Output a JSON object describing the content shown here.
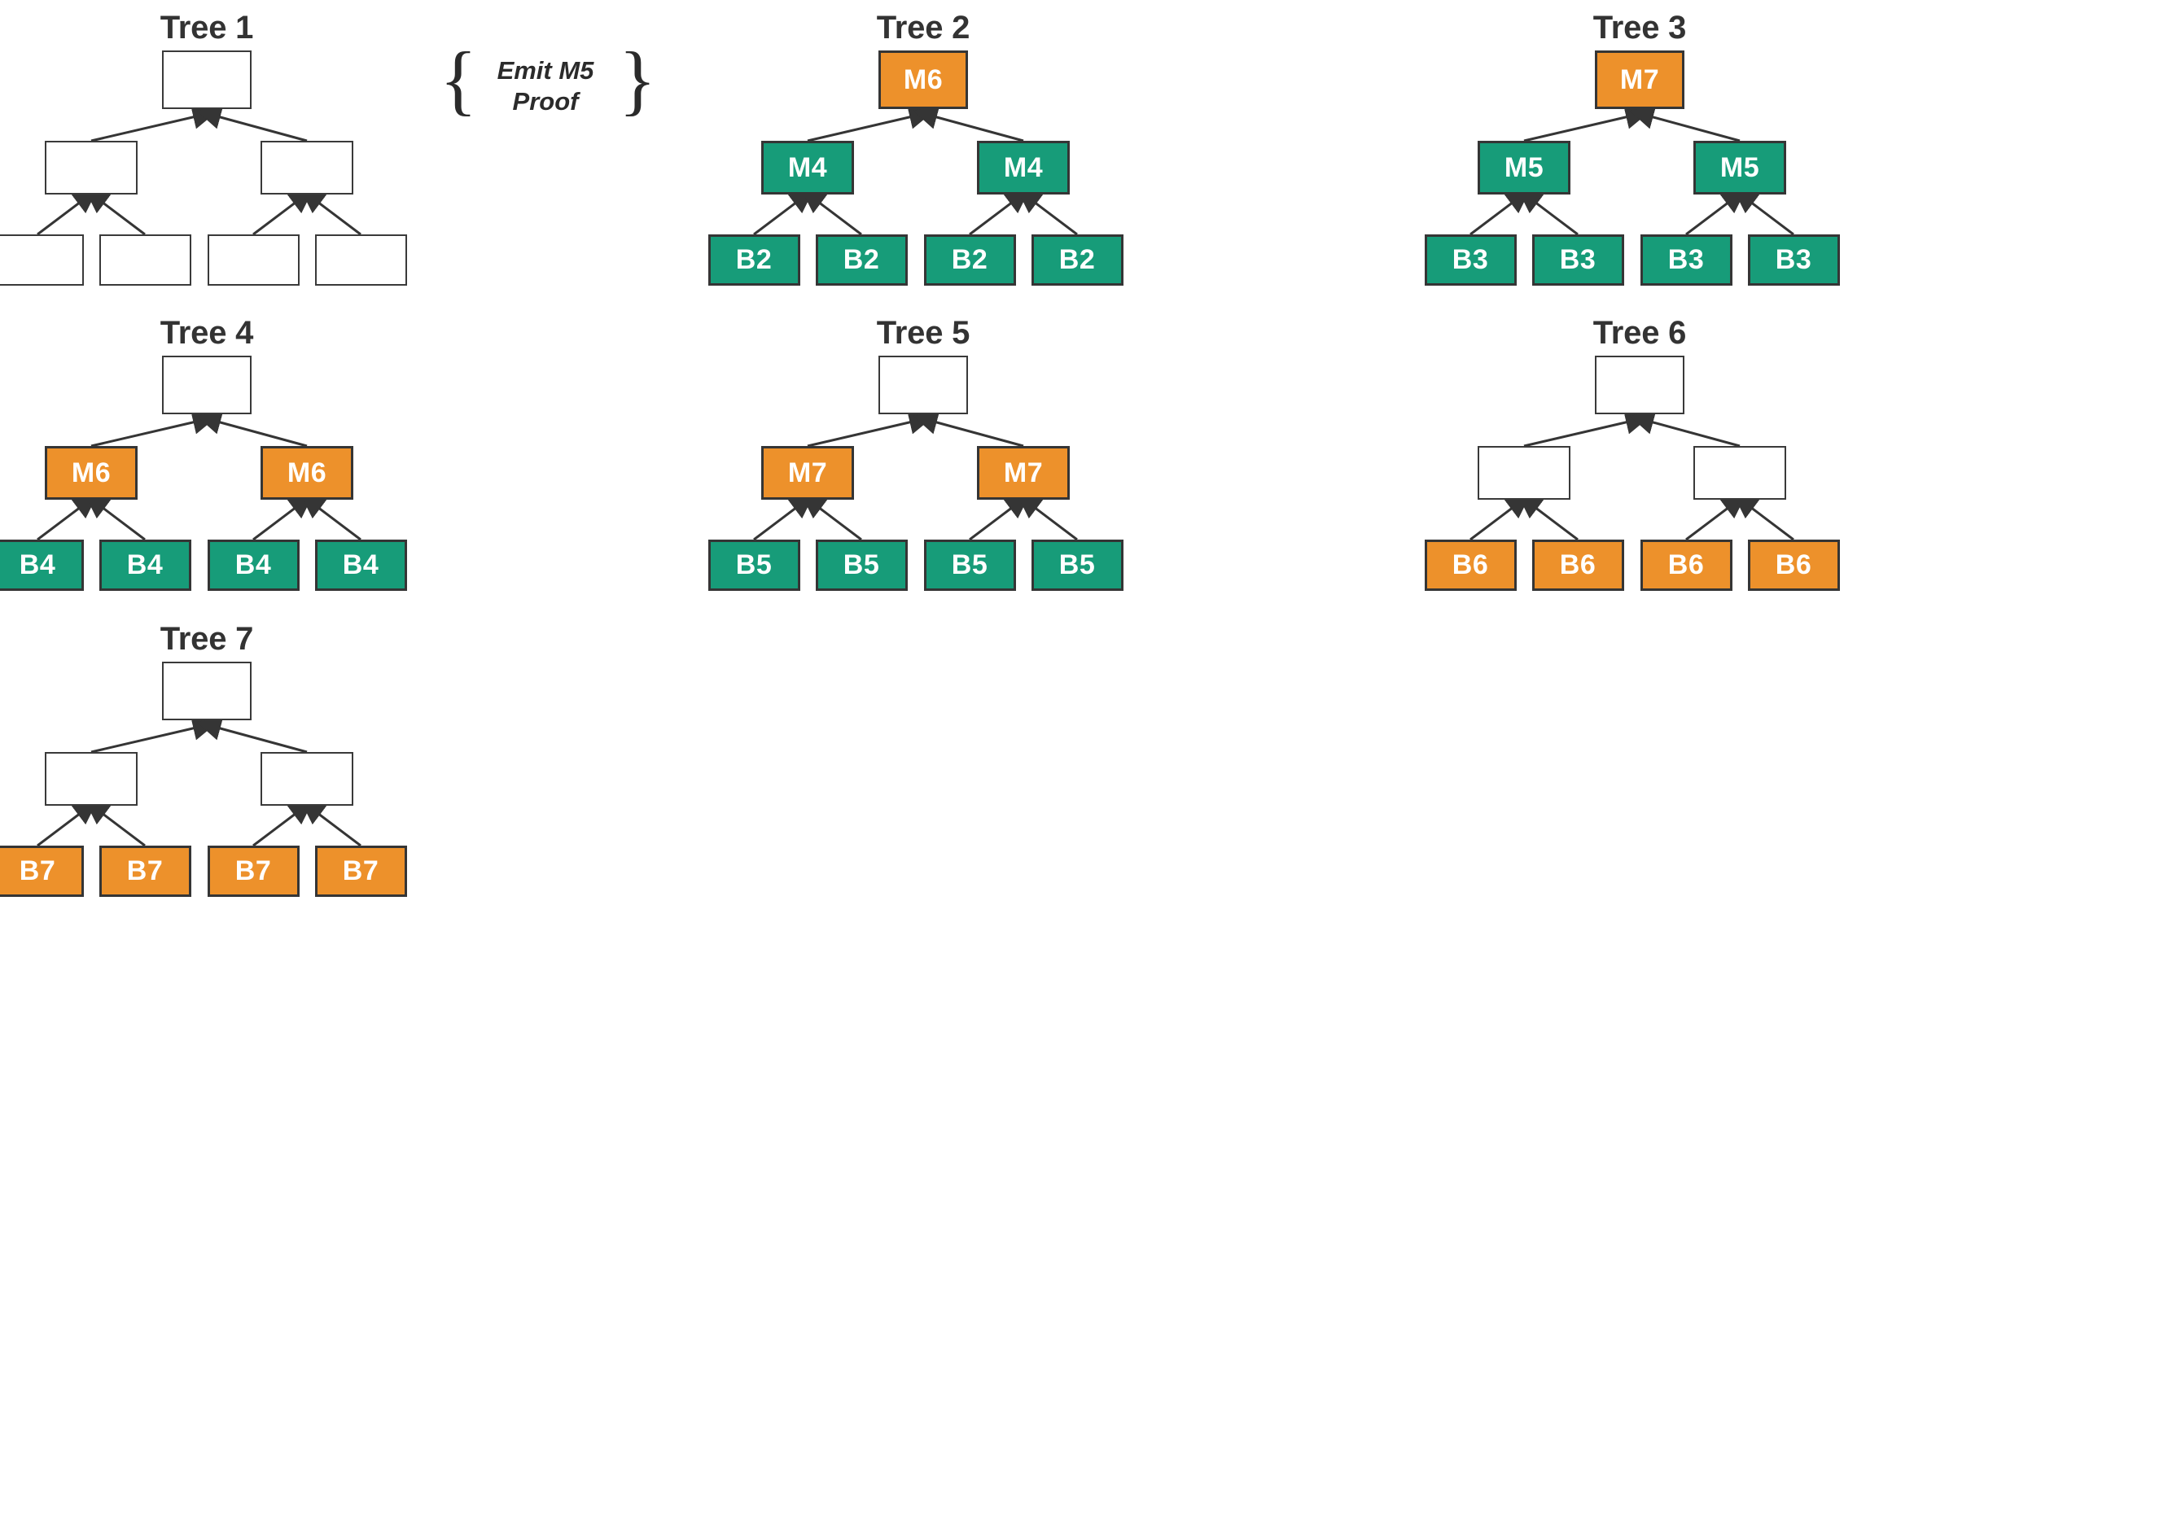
{
  "diagram": {
    "title_prefix": "Tree",
    "palette": {
      "teal": "#179C79",
      "orange": "#ED912B",
      "empty": "#FFFFFF",
      "stroke": "#353535",
      "title_color": "#333333"
    },
    "annotation": {
      "text": "Emit M5\nProof",
      "left_brace": "{",
      "right_brace": "}"
    },
    "trees": [
      {
        "title": "Tree 1",
        "root": {
          "label": "",
          "fill": "empty"
        },
        "mids": [
          {
            "label": "",
            "fill": "empty"
          },
          {
            "label": "",
            "fill": "empty"
          }
        ],
        "leaves": [
          {
            "label": "",
            "fill": "empty"
          },
          {
            "label": "",
            "fill": "empty"
          },
          {
            "label": "",
            "fill": "empty"
          },
          {
            "label": "",
            "fill": "empty"
          }
        ]
      },
      {
        "title": "Tree 2",
        "root": {
          "label": "M6",
          "fill": "orange"
        },
        "mids": [
          {
            "label": "M4",
            "fill": "teal"
          },
          {
            "label": "M4",
            "fill": "teal"
          }
        ],
        "leaves": [
          {
            "label": "B2",
            "fill": "teal"
          },
          {
            "label": "B2",
            "fill": "teal"
          },
          {
            "label": "B2",
            "fill": "teal"
          },
          {
            "label": "B2",
            "fill": "teal"
          }
        ]
      },
      {
        "title": "Tree 3",
        "root": {
          "label": "M7",
          "fill": "orange"
        },
        "mids": [
          {
            "label": "M5",
            "fill": "teal"
          },
          {
            "label": "M5",
            "fill": "teal"
          }
        ],
        "leaves": [
          {
            "label": "B3",
            "fill": "teal"
          },
          {
            "label": "B3",
            "fill": "teal"
          },
          {
            "label": "B3",
            "fill": "teal"
          },
          {
            "label": "B3",
            "fill": "teal"
          }
        ]
      },
      {
        "title": "Tree 4",
        "root": {
          "label": "",
          "fill": "empty"
        },
        "mids": [
          {
            "label": "M6",
            "fill": "orange"
          },
          {
            "label": "M6",
            "fill": "orange"
          }
        ],
        "leaves": [
          {
            "label": "B4",
            "fill": "teal"
          },
          {
            "label": "B4",
            "fill": "teal"
          },
          {
            "label": "B4",
            "fill": "teal"
          },
          {
            "label": "B4",
            "fill": "teal"
          }
        ]
      },
      {
        "title": "Tree 5",
        "root": {
          "label": "",
          "fill": "empty"
        },
        "mids": [
          {
            "label": "M7",
            "fill": "orange"
          },
          {
            "label": "M7",
            "fill": "orange"
          }
        ],
        "leaves": [
          {
            "label": "B5",
            "fill": "teal"
          },
          {
            "label": "B5",
            "fill": "teal"
          },
          {
            "label": "B5",
            "fill": "teal"
          },
          {
            "label": "B5",
            "fill": "teal"
          }
        ]
      },
      {
        "title": "Tree 6",
        "root": {
          "label": "",
          "fill": "empty"
        },
        "mids": [
          {
            "label": "",
            "fill": "empty"
          },
          {
            "label": "",
            "fill": "empty"
          }
        ],
        "leaves": [
          {
            "label": "B6",
            "fill": "orange"
          },
          {
            "label": "B6",
            "fill": "orange"
          },
          {
            "label": "B6",
            "fill": "orange"
          },
          {
            "label": "B6",
            "fill": "orange"
          }
        ]
      },
      {
        "title": "Tree 7",
        "root": {
          "label": "",
          "fill": "empty"
        },
        "mids": [
          {
            "label": "",
            "fill": "empty"
          },
          {
            "label": "",
            "fill": "empty"
          }
        ],
        "leaves": [
          {
            "label": "B7",
            "fill": "orange"
          },
          {
            "label": "B7",
            "fill": "orange"
          },
          {
            "label": "B7",
            "fill": "orange"
          },
          {
            "label": "B7",
            "fill": "orange"
          }
        ]
      }
    ]
  }
}
